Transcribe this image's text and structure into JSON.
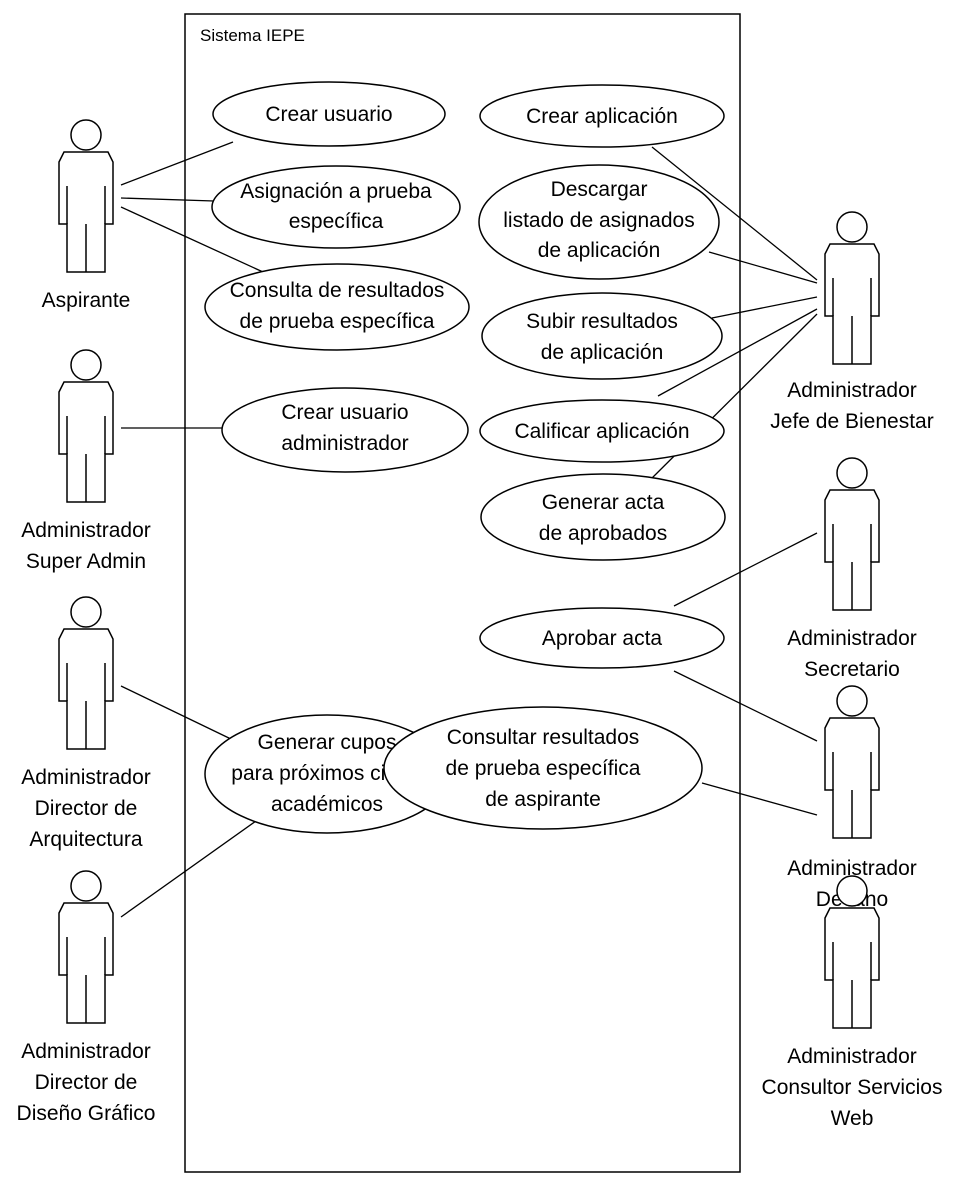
{
  "system": {
    "title": "Sistema IEPE"
  },
  "actors": [
    {
      "id": "aspirante",
      "lines": [
        "Aspirante"
      ]
    },
    {
      "id": "super-admin",
      "lines": [
        "Administrador",
        "Super Admin"
      ]
    },
    {
      "id": "director-arquitectura",
      "lines": [
        "Administrador",
        "Director de",
        "Arquitectura"
      ]
    },
    {
      "id": "director-diseno",
      "lines": [
        "Administrador",
        "Director de",
        "Diseño Gráfico"
      ]
    },
    {
      "id": "jefe-bienestar",
      "lines": [
        "Administrador",
        "Jefe de Bienestar"
      ]
    },
    {
      "id": "secretario",
      "lines": [
        "Administrador",
        "Secretario"
      ]
    },
    {
      "id": "decano",
      "lines": [
        "Administrador",
        "Decano"
      ]
    },
    {
      "id": "consultor",
      "lines": [
        "Administrador",
        "Consultor Servicios",
        "Web"
      ]
    }
  ],
  "use_cases": [
    {
      "id": "crear-usuario",
      "lines": [
        "Crear usuario"
      ]
    },
    {
      "id": "asignacion-prueba",
      "lines": [
        "Asignación a prueba",
        "específica"
      ]
    },
    {
      "id": "consulta-resultados",
      "lines": [
        "Consulta de resultados",
        "de prueba específica"
      ]
    },
    {
      "id": "crear-usuario-admin",
      "lines": [
        "Crear usuario",
        "administrador"
      ]
    },
    {
      "id": "generar-cupos",
      "lines": [
        "Generar cupos",
        "para próximos ciclos",
        "académicos"
      ]
    },
    {
      "id": "crear-aplicacion",
      "lines": [
        "Crear aplicación"
      ]
    },
    {
      "id": "descargar-listado",
      "lines": [
        "Descargar",
        "listado de asignados",
        "de aplicación"
      ]
    },
    {
      "id": "subir-resultados",
      "lines": [
        "Subir resultados",
        "de aplicación"
      ]
    },
    {
      "id": "calificar-aplicacion",
      "lines": [
        "Calificar aplicación"
      ]
    },
    {
      "id": "generar-acta",
      "lines": [
        "Generar acta",
        "de aprobados"
      ]
    },
    {
      "id": "aprobar-acta",
      "lines": [
        "Aprobar acta"
      ]
    },
    {
      "id": "consultar-resultados-aspirante",
      "lines": [
        "Consultar resultados",
        "de prueba específica",
        "de aspirante"
      ]
    }
  ],
  "associations": [
    [
      "aspirante",
      "crear-usuario"
    ],
    [
      "aspirante",
      "asignacion-prueba"
    ],
    [
      "aspirante",
      "consulta-resultados"
    ],
    [
      "super-admin",
      "crear-usuario-admin"
    ],
    [
      "director-arquitectura",
      "generar-cupos"
    ],
    [
      "director-diseno",
      "generar-cupos"
    ],
    [
      "jefe-bienestar",
      "crear-aplicacion"
    ],
    [
      "jefe-bienestar",
      "descargar-listado"
    ],
    [
      "jefe-bienestar",
      "subir-resultados"
    ],
    [
      "jefe-bienestar",
      "calificar-aplicacion"
    ],
    [
      "jefe-bienestar",
      "generar-acta"
    ],
    [
      "secretario",
      "aprobar-acta"
    ],
    [
      "decano",
      "aprobar-acta"
    ],
    [
      "consultor",
      "consultar-resultados-aspirante"
    ]
  ]
}
